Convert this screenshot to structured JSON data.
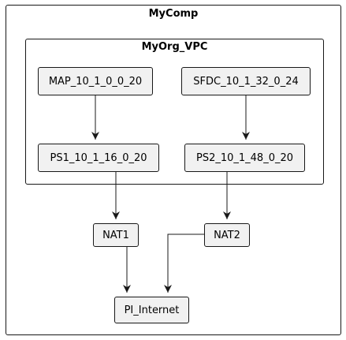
{
  "outer_frame": {
    "title": "MyComp"
  },
  "inner_frame": {
    "title": "MyOrg_VPC"
  },
  "nodes": {
    "map": {
      "label": "MAP_10_1_0_0_20"
    },
    "sfdc": {
      "label": "SFDC_10_1_32_0_24"
    },
    "ps1": {
      "label": "PS1_10_1_16_0_20"
    },
    "ps2": {
      "label": "PS2_10_1_48_0_20"
    },
    "nat1": {
      "label": "NAT1"
    },
    "nat2": {
      "label": "NAT2"
    },
    "internet": {
      "label": "PI_Internet"
    }
  },
  "edges": [
    {
      "from": "map",
      "to": "ps1"
    },
    {
      "from": "sfdc",
      "to": "ps2"
    },
    {
      "from": "ps1",
      "to": "nat1"
    },
    {
      "from": "ps2",
      "to": "nat2"
    },
    {
      "from": "nat1",
      "to": "internet"
    },
    {
      "from": "nat2",
      "to": "internet"
    }
  ],
  "colors": {
    "node_fill": "#f1f1f1",
    "stroke": "#181818"
  }
}
